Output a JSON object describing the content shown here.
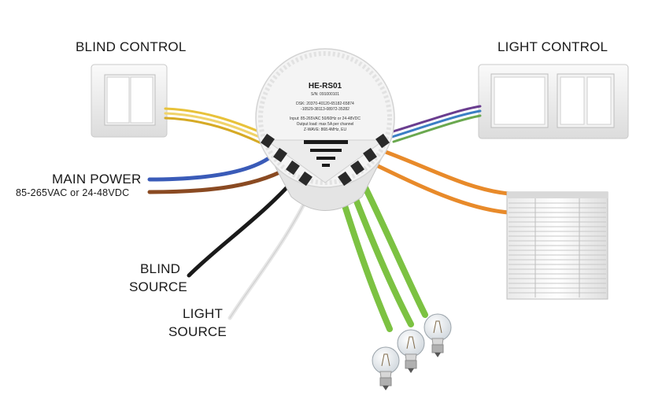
{
  "labels": {
    "blind_control": "BLIND CONTROL",
    "light_control": "LIGHT CONTROL",
    "main_power": "MAIN POWER",
    "main_power_range": "85-265VAC or 24-48VDC",
    "blind_source_1": "BLIND",
    "blind_source_2": "SOURCE",
    "light_source_1": "LIGHT",
    "light_source_2": "SOURCE"
  },
  "device": {
    "model": "HE-RS01",
    "serial": "S/N: 091000101",
    "dsk_line1": "DSK: 20370-40120-65182-65874",
    "dsk_line2": "-10529-38113-08972-35282",
    "input": "Input: 85-265VAC 50/60Hz or 24-48VDC",
    "output": "Output load: max 5A per channel",
    "zwave": "Z-WAVE: 868.4MHz, EU"
  },
  "wire_colors": {
    "yellow": "#e8c23a",
    "blue": "#3a5bb8",
    "brown": "#8a4a22",
    "black": "#1a1a1a",
    "white": "#f2f2f2",
    "green": "#7cc242",
    "orange": "#e88a2a",
    "purple": "#6a3d8f",
    "light_blue": "#3b7fc4"
  }
}
